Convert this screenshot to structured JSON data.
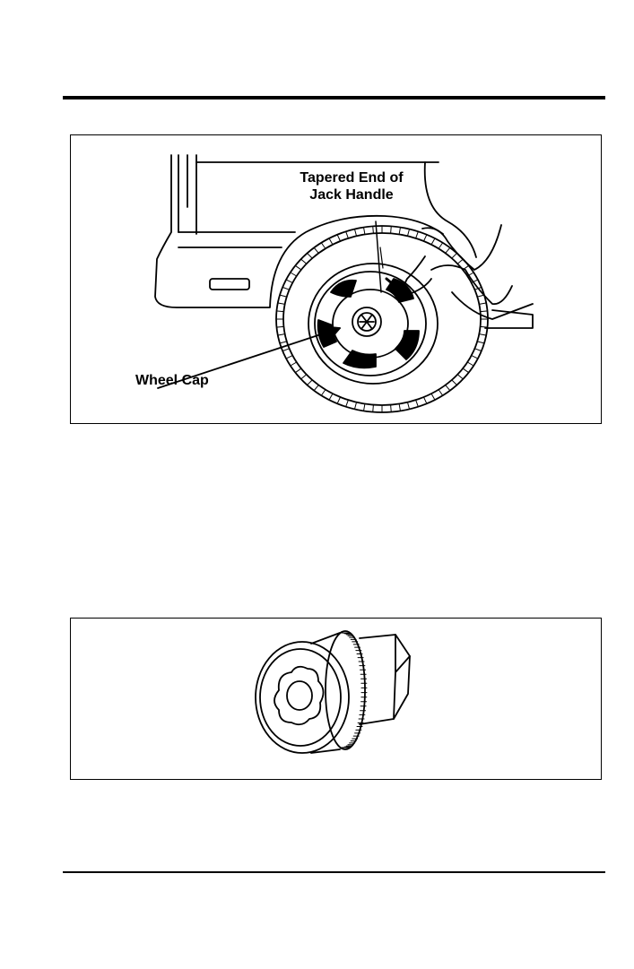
{
  "figure1": {
    "callout_tapered_line1": "Tapered End of",
    "callout_tapered_line2": "Jack Handle",
    "callout_wheel_cap": "Wheel Cap"
  },
  "icons": {
    "figure1": "wheel-cap-removal-illustration",
    "figure2": "wheel-lock-nut-illustration"
  }
}
